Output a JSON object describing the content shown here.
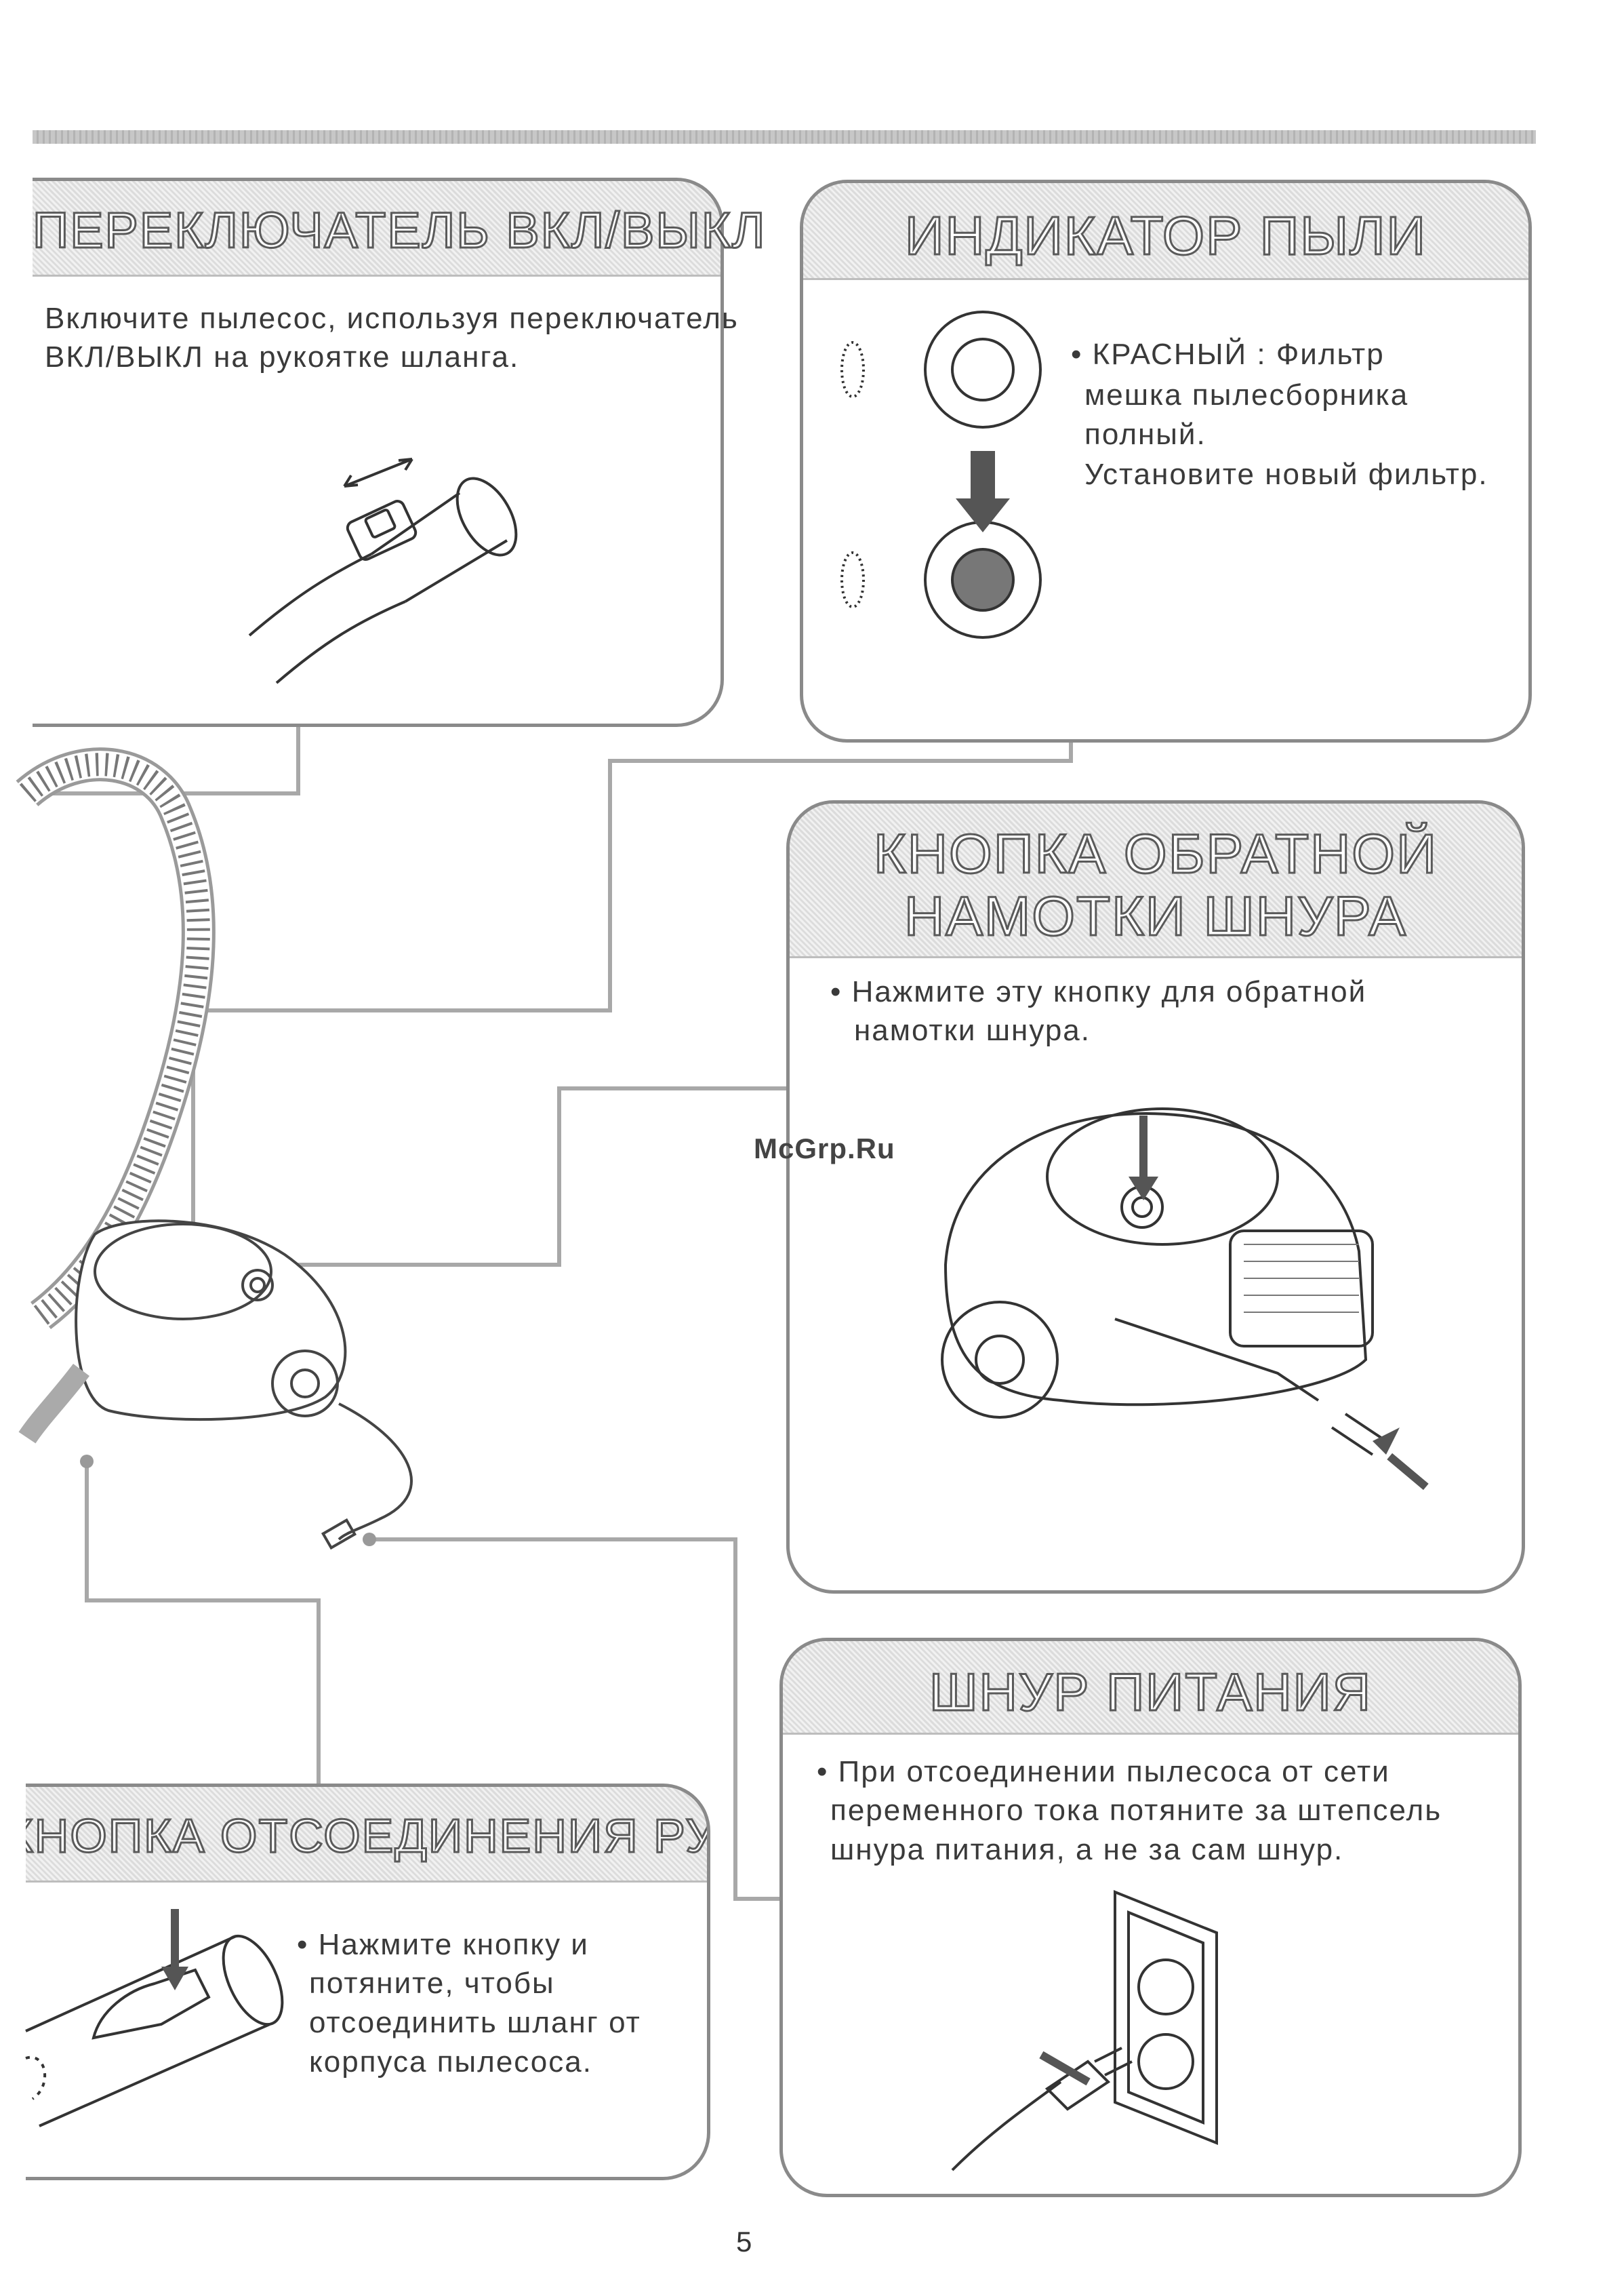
{
  "page_number": "5",
  "watermark": "McGrp.Ru",
  "switch_panel": {
    "title": "ПЕРЕКЛЮЧАТЕЛЬ ВКЛ/ВЫКЛ",
    "text_line1": "Включите пылесос, используя переключатель",
    "text_line2": "ВКЛ/ВЫКЛ на рукоятке шланга."
  },
  "dust_panel": {
    "title": "ИНДИКАТОР ПЫЛИ",
    "line1": "• КРАСНЫЙ : Фильтр",
    "line2": "мешка пылесборника",
    "line3": "полный.",
    "line4": "Установите новый фильтр."
  },
  "rewind_panel": {
    "title_line1": "КНОПКА ОБРАТНОЙ",
    "title_line2": "НАМОТКИ ШНУРА",
    "line1": "• Нажмите эту кнопку для обратной",
    "line2": "намотки шнура."
  },
  "cord_panel": {
    "title": "ШНУР ПИТАНИЯ",
    "line1": "• При отсоединении пылесоса от сети",
    "line2": "переменного тока потяните за штепсель",
    "line3": "шнура питания, а не за сам шнур."
  },
  "release_panel": {
    "title": "КНОПКА ОТСОЕДИНЕНИЯ РУКОЯТКИ",
    "line1": "• Нажмите кнопку и",
    "line2": "потяните, чтобы",
    "line3": "отсоединить шланг от",
    "line4": "корпуса пылесоса."
  }
}
